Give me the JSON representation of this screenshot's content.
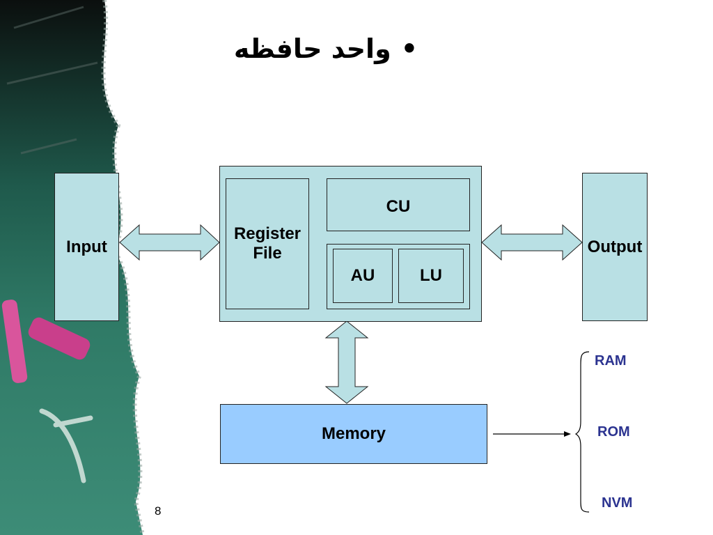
{
  "slide": {
    "title": "واحد حافظه",
    "bullet": "•",
    "page_number": "8"
  },
  "diagram": {
    "input_label": "Input",
    "output_label": "Output",
    "register_file_line1": "Register",
    "register_file_line2": "File",
    "cu_label": "CU",
    "au_label": "AU",
    "lu_label": "LU",
    "memory_label": "Memory",
    "memory_types": [
      "RAM",
      "ROM",
      "NVM"
    ]
  },
  "colors": {
    "box_fill": "#b9e0e4",
    "memory_fill": "#99ccff",
    "memory_type_text": "#2b3390"
  }
}
